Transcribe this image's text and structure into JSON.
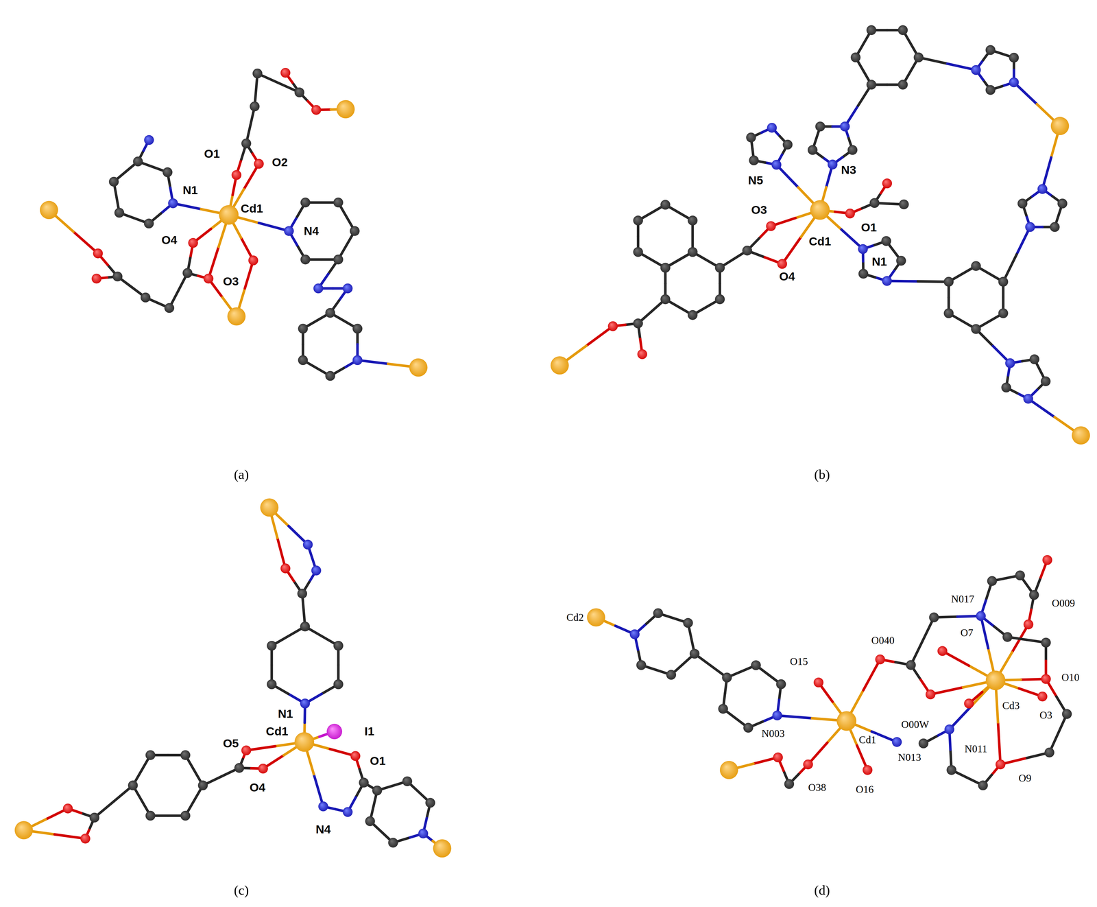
{
  "diagram": {
    "labels": [
      "O1",
      "O2",
      "N1",
      "Cd1",
      "N4",
      "O4",
      "O3",
      "(a)",
      "N5",
      "N3",
      "O3",
      "Cd1",
      "O1",
      "O4",
      "N1",
      "(b)",
      "N1",
      "O5",
      "Cd1",
      "I1",
      "O1",
      "O4",
      "N4",
      "(c)",
      "Cd2",
      "N017",
      "O009",
      "O040",
      "O15",
      "O7",
      "Cd3",
      "O10",
      "N003",
      "Cd1",
      "O00W",
      "O3",
      "N013",
      "N011",
      "O38",
      "O16",
      "O9",
      "(d)"
    ]
  }
}
